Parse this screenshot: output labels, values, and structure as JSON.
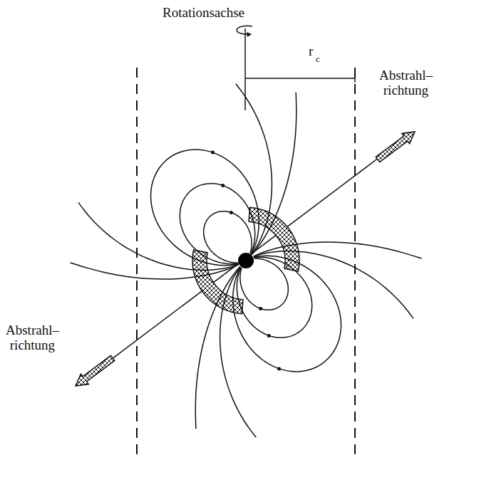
{
  "diagram": {
    "labels": [
      "Rotationsachse",
      "r",
      "c",
      "Abstrahl– richtung",
      "Abstrahl– richtung"
    ]
  }
}
